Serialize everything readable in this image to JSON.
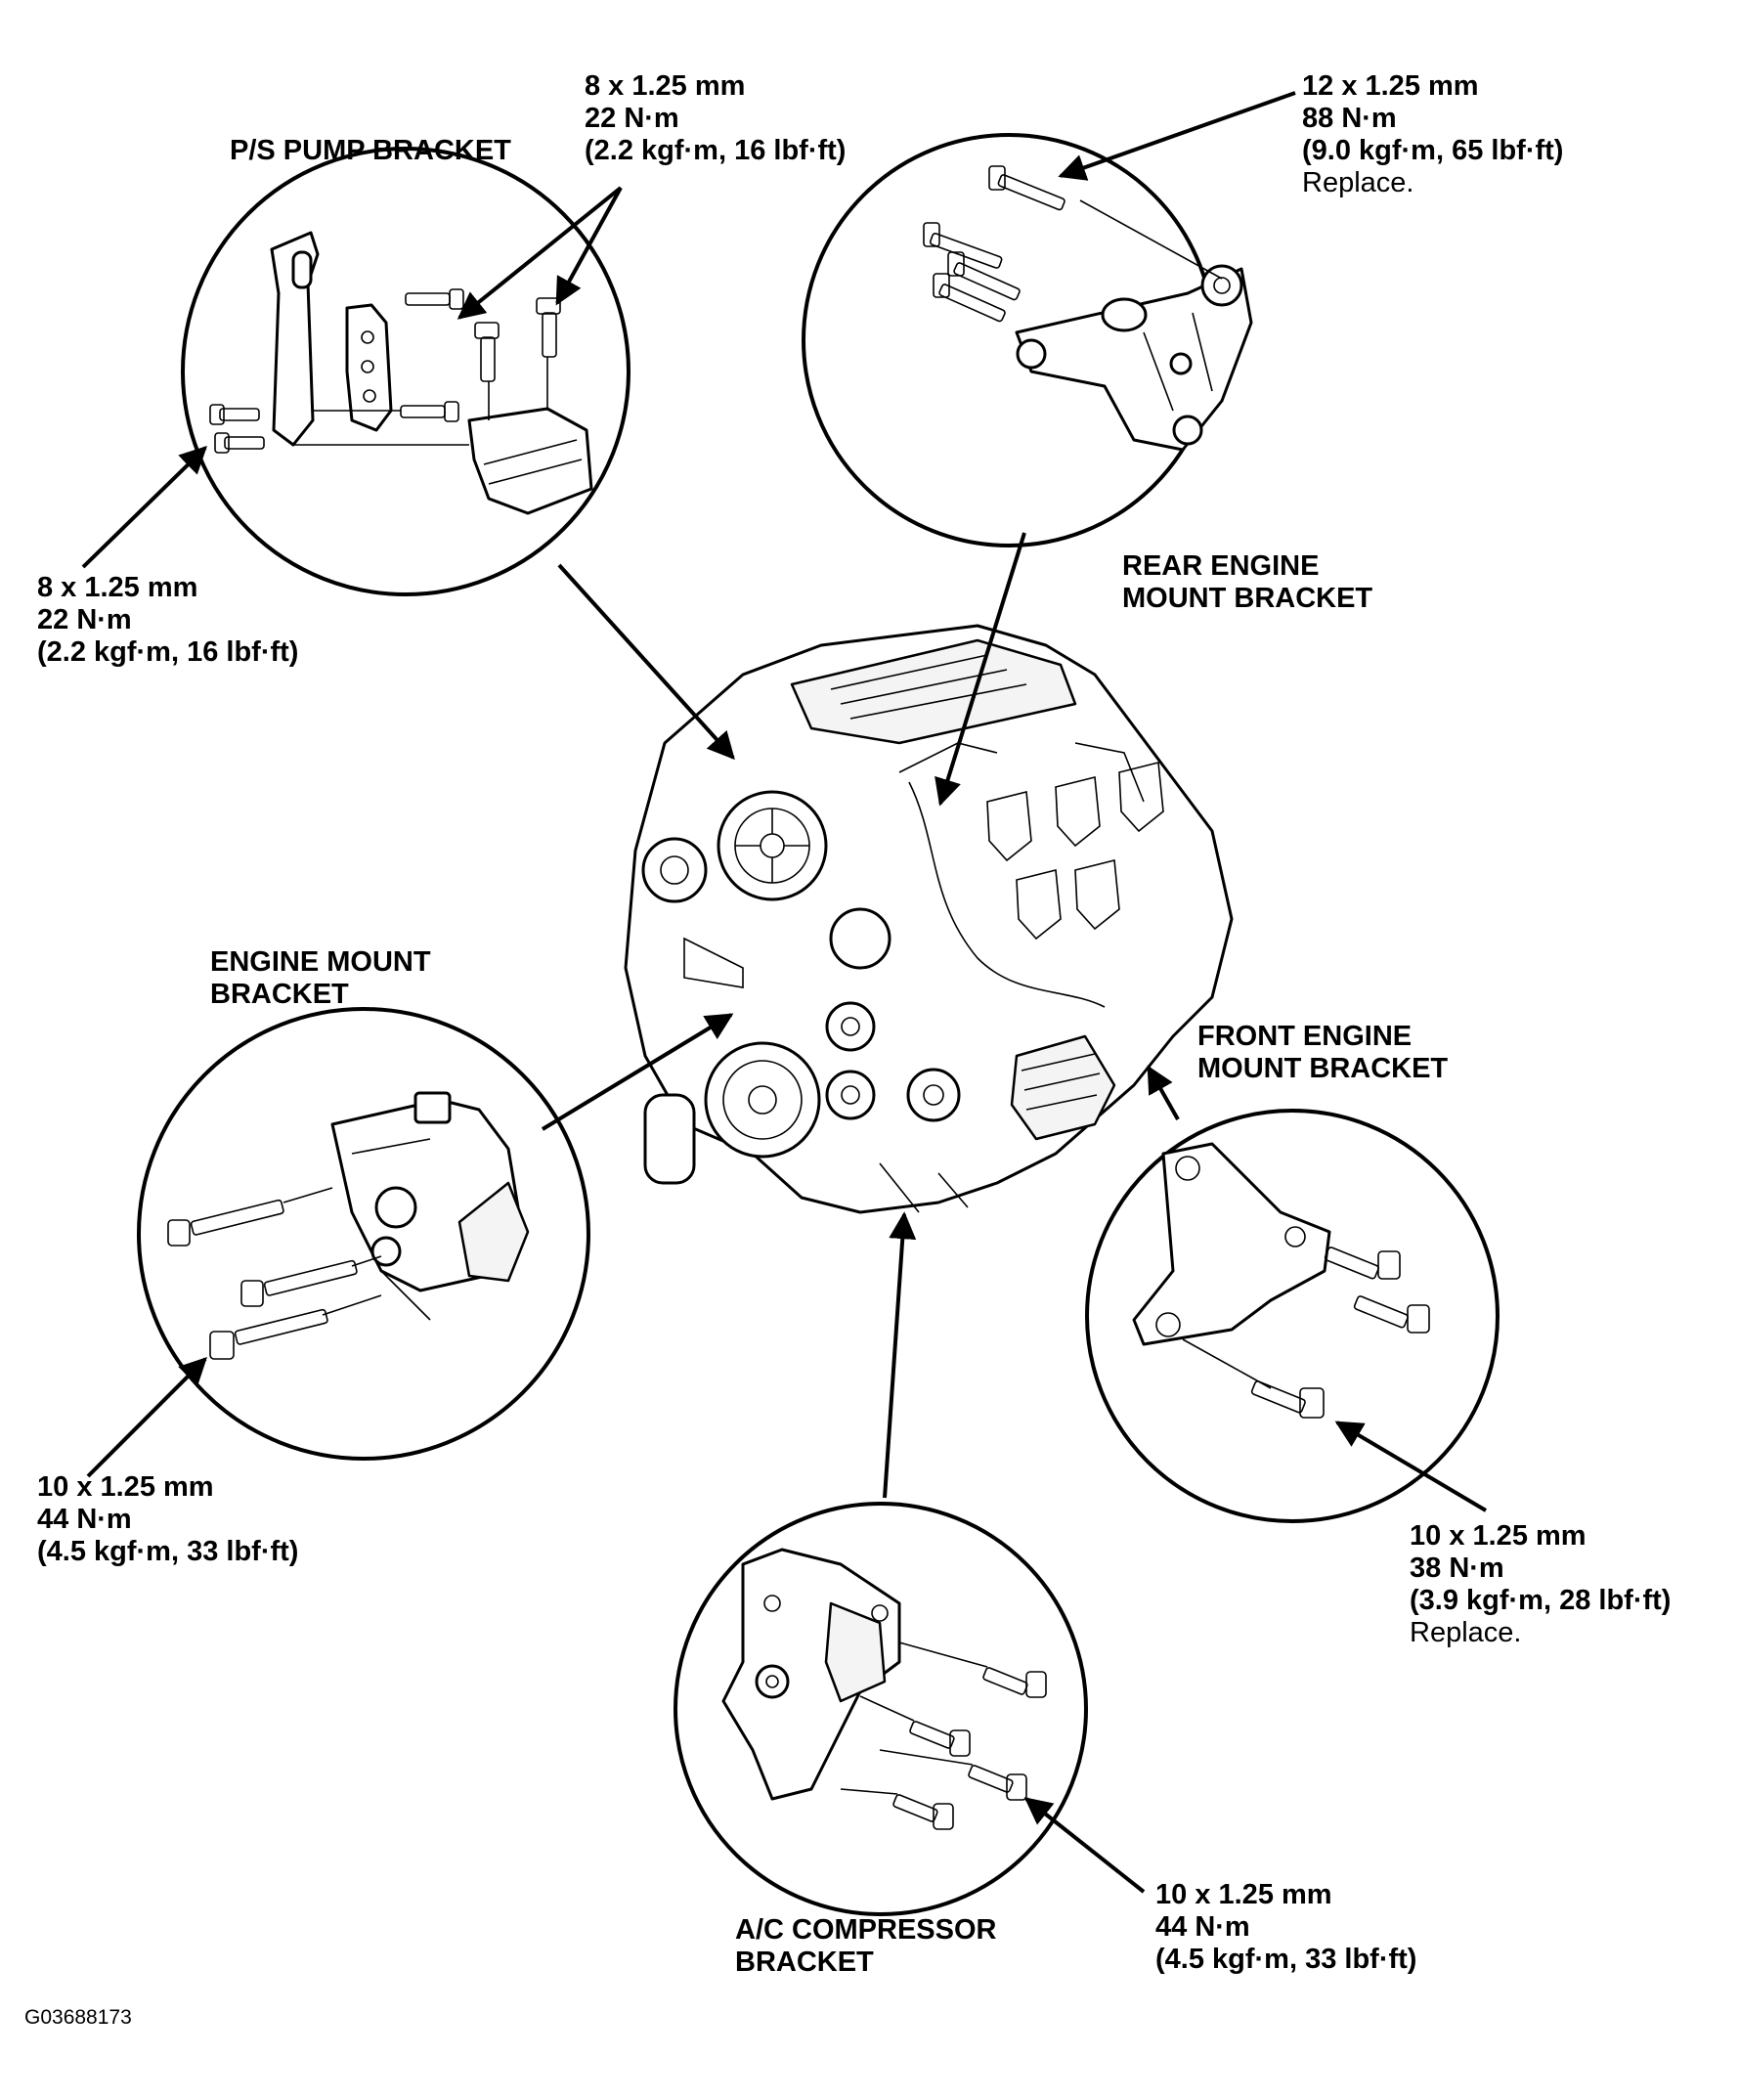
{
  "labels": {
    "ps_pump_bracket": {
      "name": "P/S PUMP BRACKET"
    },
    "ps_top_spec": {
      "size": "8 x 1.25 mm",
      "torque": "22 N·m",
      "alt": "(2.2 kgf·m, 16 lbf·ft)"
    },
    "ps_left_spec": {
      "size": "8 x 1.25 mm",
      "torque": "22 N·m",
      "alt": "(2.2 kgf·m, 16 lbf·ft)"
    },
    "rear_spec": {
      "size": "12 x 1.25 mm",
      "torque": "88 N·m",
      "alt": "(9.0 kgf·m, 65 lbf·ft)",
      "note": "Replace."
    },
    "rear_engine_mount_bracket": {
      "line1": "REAR ENGINE",
      "line2": "MOUNT BRACKET"
    },
    "engine_mount_bracket": {
      "line1": "ENGINE MOUNT",
      "line2": "BRACKET"
    },
    "engine_mount_spec": {
      "size": "10 x 1.25 mm",
      "torque": "44 N·m",
      "alt": "(4.5 kgf·m, 33 lbf·ft)"
    },
    "front_engine_mount_bracket": {
      "line1": "FRONT ENGINE",
      "line2": "MOUNT BRACKET"
    },
    "front_spec": {
      "size": "10 x 1.25 mm",
      "torque": "38 N·m",
      "alt": "(3.9 kgf·m, 28 lbf·ft)",
      "note": "Replace."
    },
    "ac_compressor_bracket": {
      "line1": "A/C COMPRESSOR",
      "line2": "BRACKET"
    },
    "ac_spec": {
      "size": "10 x 1.25 mm",
      "torque": "44 N·m",
      "alt": "(4.5 kgf·m, 33 lbf·ft)"
    }
  },
  "figure_id": "G03688173",
  "colors": {
    "ink": "#000000",
    "paper": "#ffffff"
  }
}
